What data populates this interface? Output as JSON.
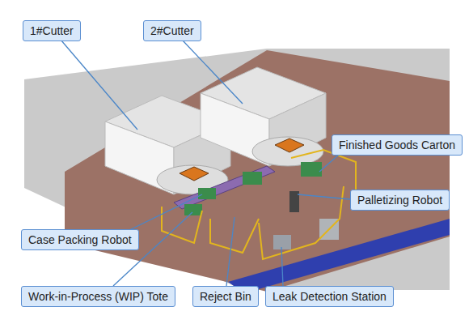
{
  "diagram": {
    "nodes": [
      {
        "text": [
          "1#Cutter"
        ]
      },
      {
        "text": [
          "2#Cutter"
        ]
      },
      {
        "text": [
          "Finished Goods Carton"
        ]
      },
      {
        "text": [
          "Palletizing Robot"
        ]
      },
      {
        "text": [
          "Case Packing Robot"
        ]
      },
      {
        "text": [
          "Work-in-Process (WIP) Tote"
        ]
      },
      {
        "text": [
          "Reject Bin"
        ]
      },
      {
        "text": [
          "Leak Detection Station"
        ]
      }
    ]
  }
}
